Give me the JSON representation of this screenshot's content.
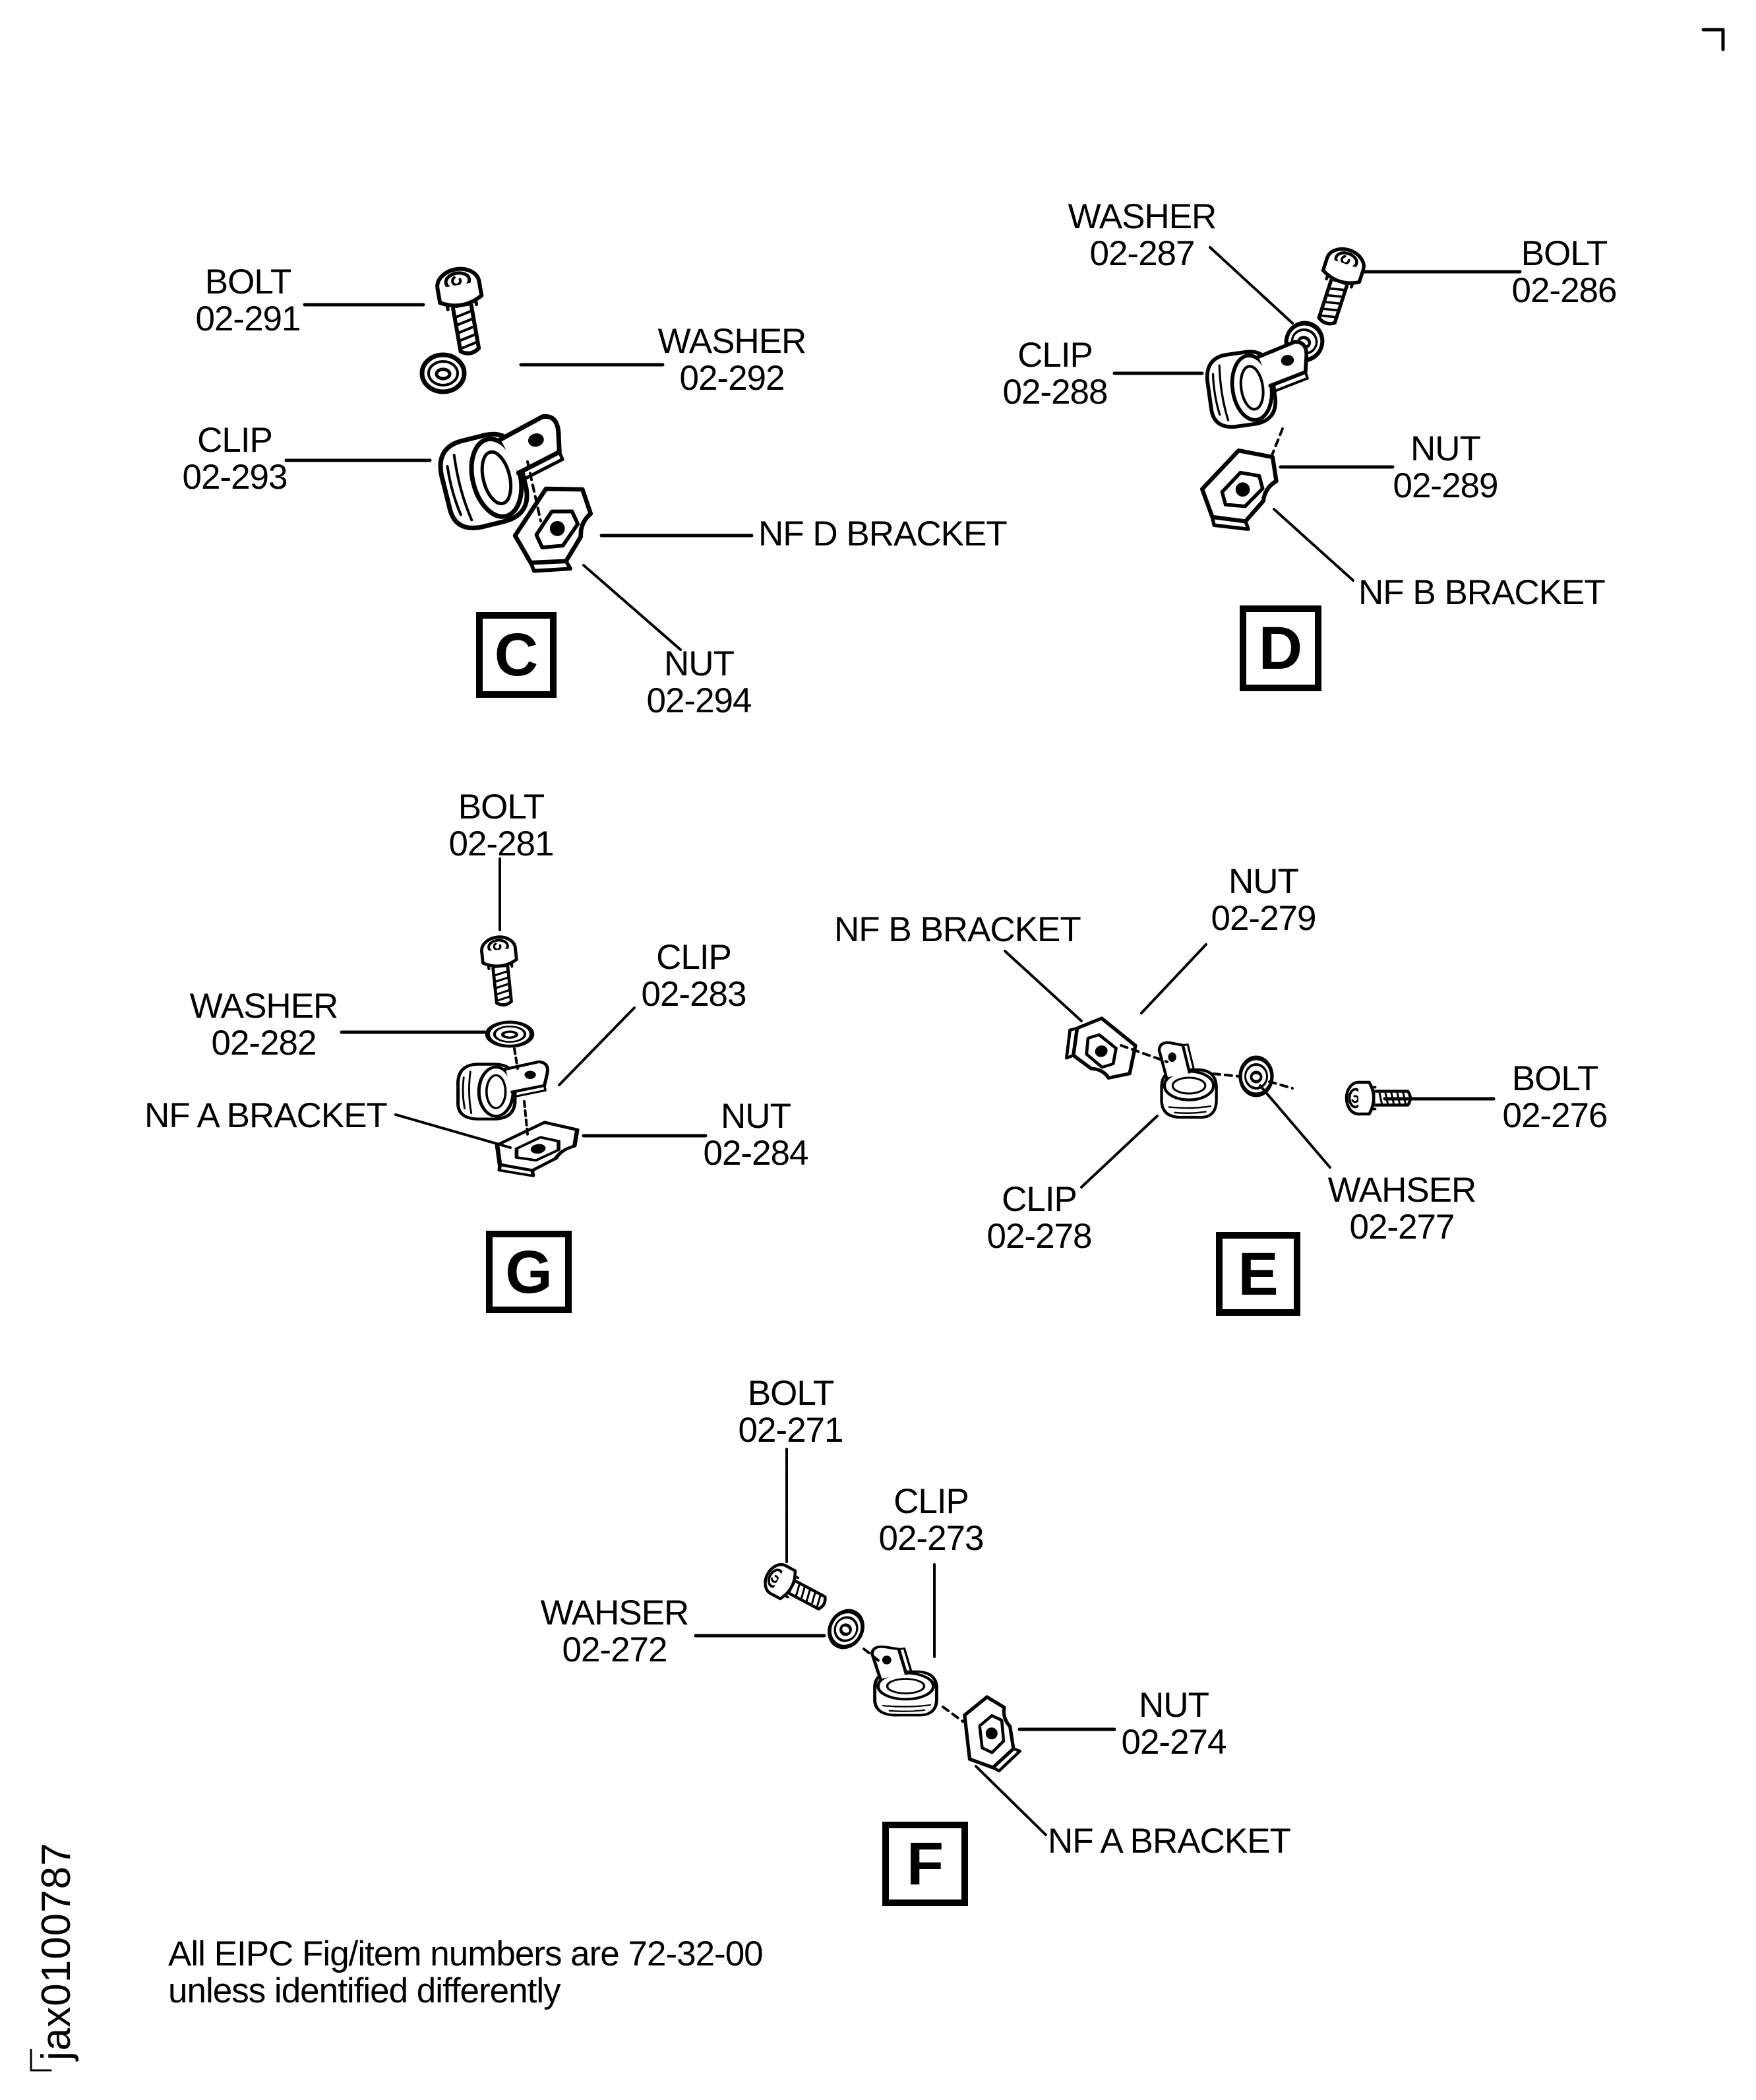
{
  "figure": {
    "type": "Exploded parts illustration",
    "drawing_id": "jax0100787",
    "footer_note": [
      "All EIPC Fig/item numbers are 72-32-00",
      "unless identified differently"
    ]
  },
  "views": {
    "C": {
      "letter": "C",
      "parts": [
        {
          "name": "BOLT",
          "item": "02-291"
        },
        {
          "name": "WASHER",
          "item": "02-292"
        },
        {
          "name": "CLIP",
          "item": "02-293"
        },
        {
          "name": "NF D BRACKET",
          "item": ""
        },
        {
          "name": "NUT",
          "item": "02-294"
        }
      ]
    },
    "D": {
      "letter": "D",
      "parts": [
        {
          "name": "WASHER",
          "item": "02-287"
        },
        {
          "name": "BOLT",
          "item": "02-286"
        },
        {
          "name": "CLIP",
          "item": "02-288"
        },
        {
          "name": "NUT",
          "item": "02-289"
        },
        {
          "name": "NF B BRACKET",
          "item": ""
        }
      ]
    },
    "G": {
      "letter": "G",
      "parts": [
        {
          "name": "BOLT",
          "item": "02-281"
        },
        {
          "name": "WASHER",
          "item": "02-282"
        },
        {
          "name": "CLIP",
          "item": "02-283"
        },
        {
          "name": "NF A BRACKET",
          "item": ""
        },
        {
          "name": "NUT",
          "item": "02-284"
        }
      ]
    },
    "E": {
      "letter": "E",
      "parts": [
        {
          "name": "NF B BRACKET",
          "item": ""
        },
        {
          "name": "NUT",
          "item": "02-279"
        },
        {
          "name": "BOLT",
          "item": "02-276"
        },
        {
          "name": "WAHSER",
          "item": "02-277"
        },
        {
          "name": "CLIP",
          "item": "02-278"
        }
      ]
    },
    "F": {
      "letter": "F",
      "parts": [
        {
          "name": "BOLT",
          "item": "02-271"
        },
        {
          "name": "CLIP",
          "item": "02-273"
        },
        {
          "name": "WAHSER",
          "item": "02-272"
        },
        {
          "name": "NUT",
          "item": "02-274"
        },
        {
          "name": "NF A BRACKET",
          "item": ""
        }
      ]
    }
  }
}
